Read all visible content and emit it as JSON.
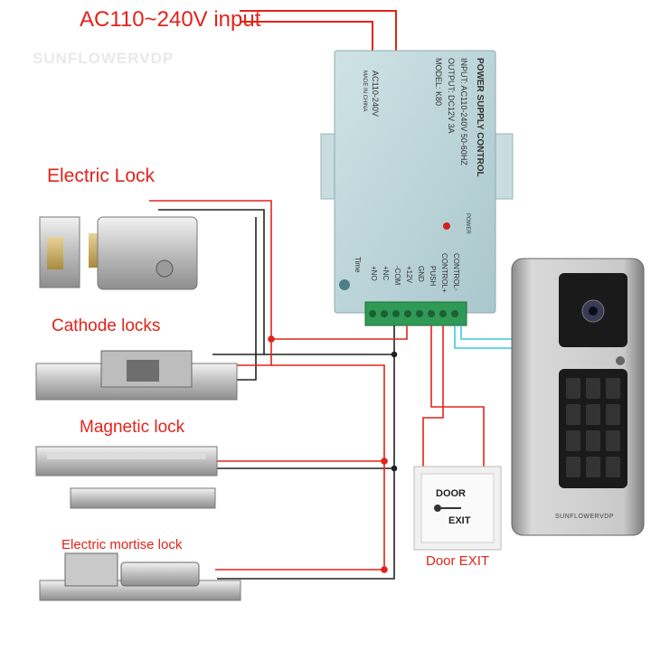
{
  "labels": {
    "ac_input": "AC110~240V input",
    "electric_lock": "Electric Lock",
    "cathode_locks": "Cathode locks",
    "magnetic_lock": "Magnetic lock",
    "electric_mortise_lock": "Electric mortise lock",
    "door_exit": "Door EXIT"
  },
  "watermark": "SUNFLOWERVDP",
  "power_supply": {
    "title": "POWER SUPPLY CONTROL",
    "input": "INPUT: AC110-240V 50-60HZ",
    "output": "OUTPUT: DC12V  3A",
    "model": "MODEL: K80",
    "voltage": "AC110-240V",
    "made_in": "MADE IN CHINA",
    "power_led": "POWER",
    "time": "Time",
    "terminals": [
      "+NO",
      "+NC",
      "-COM",
      "+12V",
      "GND",
      "PUSH",
      "CONTROL+",
      "CONTROL-"
    ]
  },
  "exit_button": {
    "line1": "DOOR",
    "line2": "EXIT"
  },
  "doorbell": {
    "brand": "SUNFLOWERVDP"
  },
  "colors": {
    "label_red": "#e2231a",
    "wire_red": "#e2231a",
    "wire_black": "#222222",
    "wire_cyan": "#3cc8d8"
  }
}
